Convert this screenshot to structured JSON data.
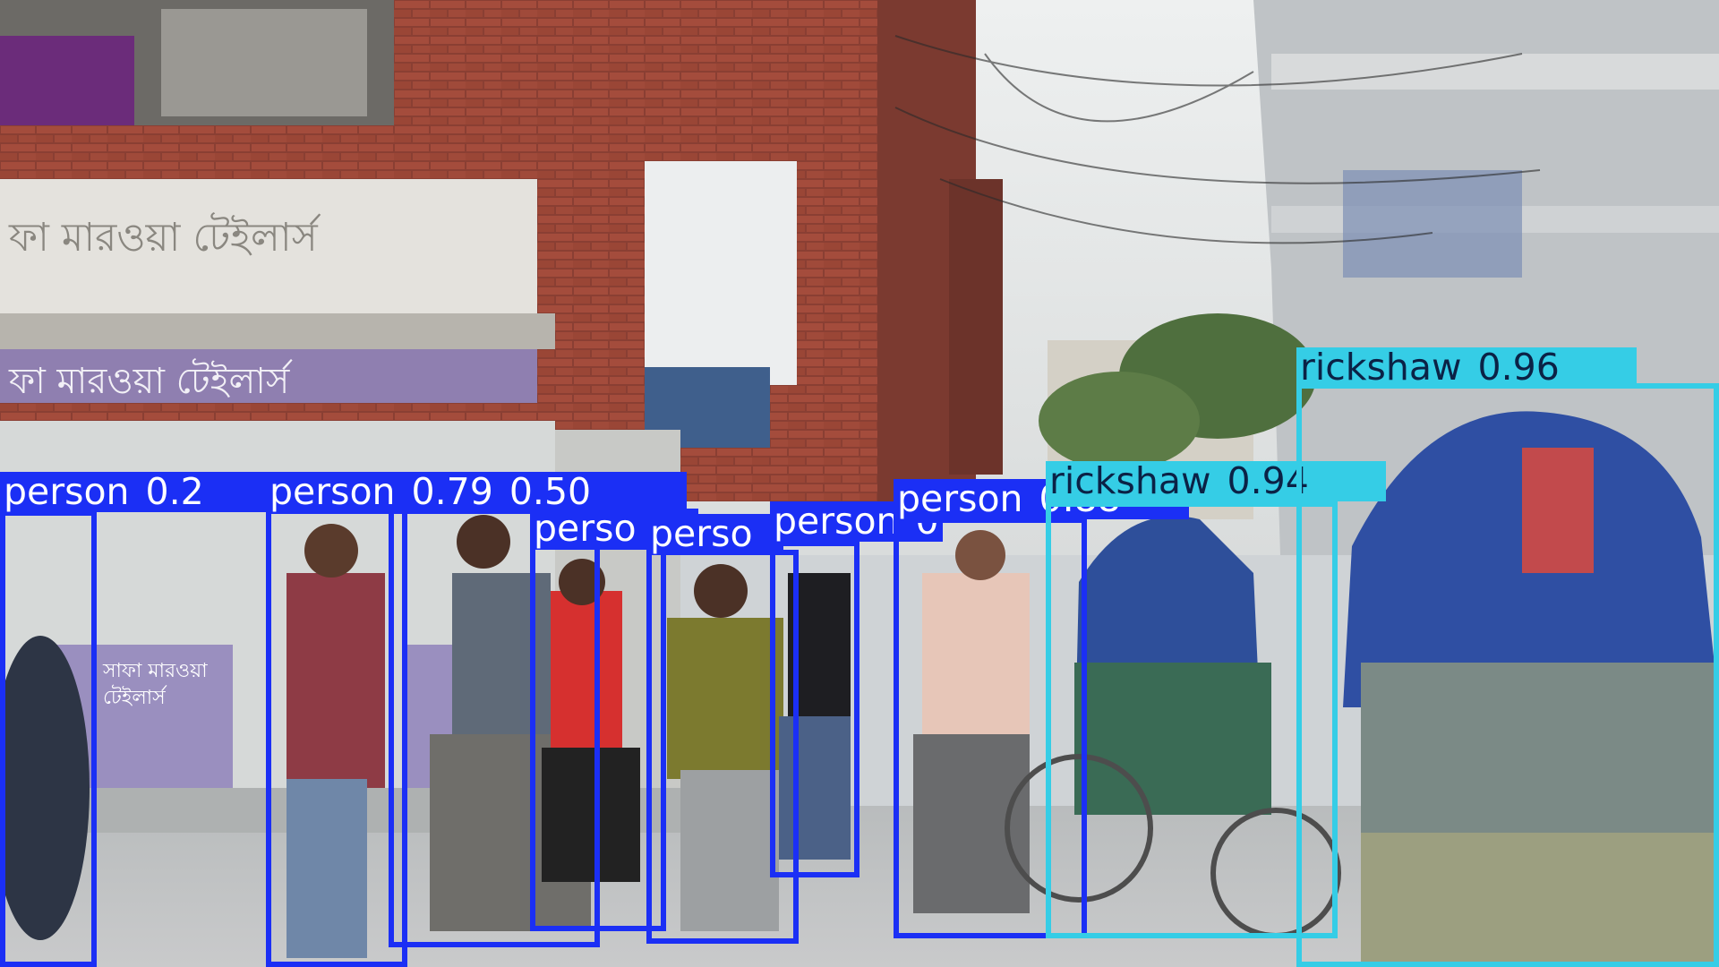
{
  "image": {
    "description_free": true,
    "colors": {
      "person_box": "#1b2ff5",
      "rickshaw_box": "#35cde6",
      "person_label_text": "#ffffff",
      "rickshaw_label_text": "#0b2246"
    }
  },
  "signage": {
    "shop_name_upper": "ফা মারওয়া টেইলার্স",
    "shop_name_lower": "ফা মারওয়া টেইলার্স",
    "window_sign": "সাফা মারওয়া টেইলার্স"
  },
  "detections": [
    {
      "class": "person",
      "score": "0.2"
    },
    {
      "class": "person",
      "score": "0.79"
    },
    {
      "class": "",
      "score": "0.50"
    },
    {
      "class": "perso",
      "score": ""
    },
    {
      "class": "perso",
      "score": ""
    },
    {
      "class": "person",
      "score": "0.87"
    },
    {
      "class": "person",
      "score": "0.88"
    },
    {
      "class": "rickshaw",
      "score": "0.94"
    },
    {
      "class": "rickshaw",
      "score": "0.96"
    }
  ]
}
